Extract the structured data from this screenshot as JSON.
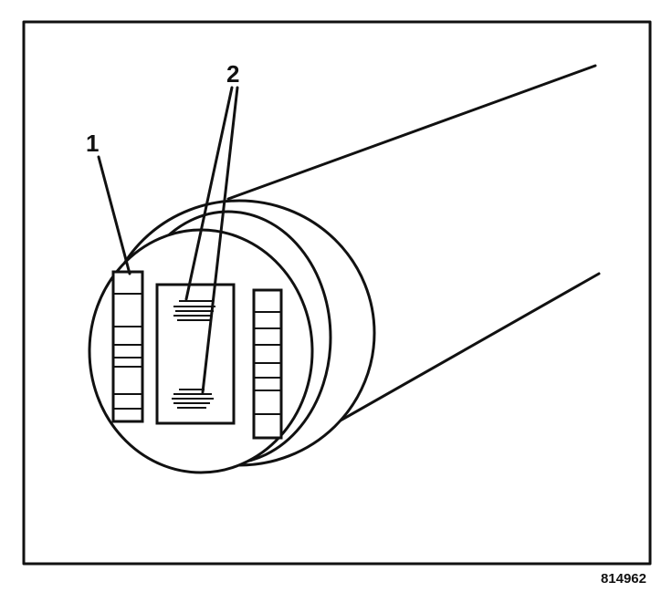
{
  "callouts": [
    {
      "label": "1"
    },
    {
      "label": "2"
    }
  ],
  "figure_id": "814962",
  "colors": {
    "ink": "#111111",
    "paper": "#ffffff"
  }
}
